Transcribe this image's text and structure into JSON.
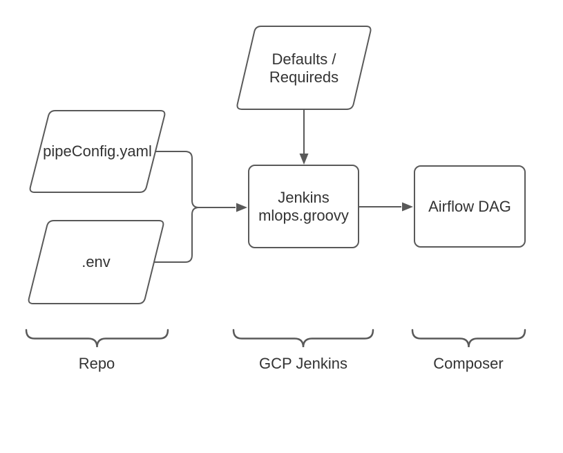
{
  "colors": {
    "stroke": "#595959",
    "text": "#333333",
    "background": "#ffffff"
  },
  "nodes": {
    "defaults": {
      "shape": "parallelogram",
      "lines": [
        "Defaults /",
        "Requireds"
      ]
    },
    "pipeconfig": {
      "shape": "parallelogram",
      "lines": [
        "pipeConfig.yaml"
      ]
    },
    "env": {
      "shape": "parallelogram",
      "lines": [
        ".env"
      ]
    },
    "jenkins": {
      "shape": "rounded-rectangle",
      "lines": [
        "Jenkins",
        "mlops.groovy"
      ]
    },
    "airflow": {
      "shape": "rounded-rectangle",
      "lines": [
        "Airflow DAG"
      ]
    }
  },
  "edges": [
    {
      "from": "defaults",
      "to": "jenkins",
      "arrow": true
    },
    {
      "from": "pipeconfig",
      "to": "jenkins",
      "arrow": true
    },
    {
      "from": "env",
      "to": "jenkins",
      "arrow": true
    },
    {
      "from": "jenkins",
      "to": "airflow",
      "arrow": true
    }
  ],
  "groups": [
    {
      "label": "Repo",
      "contains": [
        "pipeconfig",
        "env"
      ]
    },
    {
      "label": "GCP Jenkins",
      "contains": [
        "jenkins"
      ]
    },
    {
      "label": "Composer",
      "contains": [
        "airflow"
      ]
    }
  ]
}
